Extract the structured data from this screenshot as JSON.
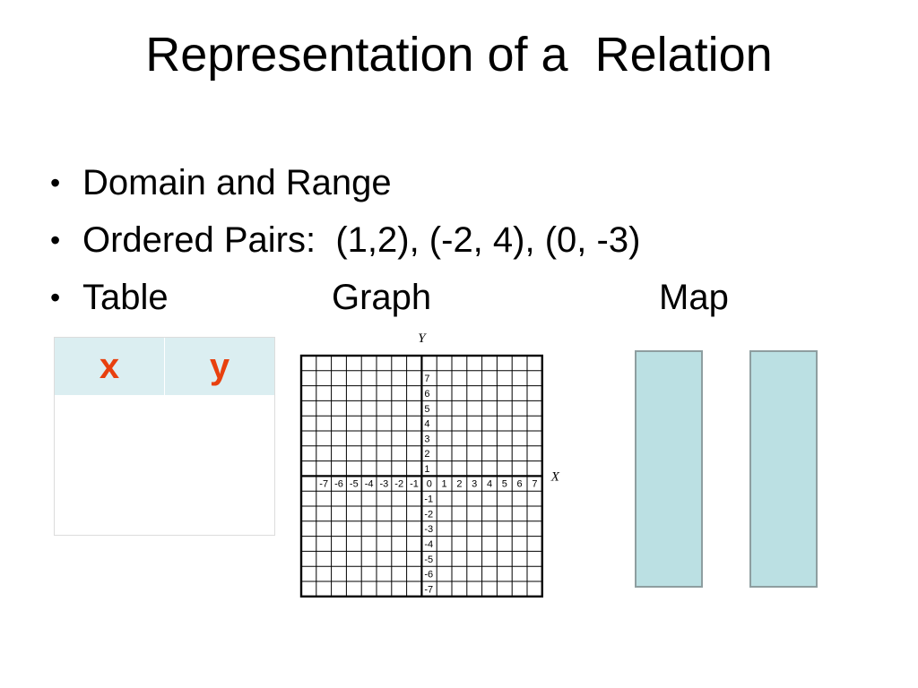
{
  "title": "Representation of a  Relation",
  "bullets": [
    {
      "text": "Domain and Range"
    },
    {
      "text": "Ordered Pairs:  (1,2), (-2, 4), (0, -3)"
    }
  ],
  "representation_labels": {
    "table": "Table",
    "graph": "Graph",
    "map": "Map"
  },
  "table": {
    "headers": [
      "x",
      "y"
    ],
    "header_color": "#e8400e",
    "header_background": "#dbeef1"
  },
  "graph": {
    "x_axis_label": "X",
    "y_axis_label": "Y",
    "x_tick_labels": [
      "-7",
      "-6",
      "-5",
      "-4",
      "-3",
      "-2",
      "-1",
      "0",
      "1",
      "2",
      "3",
      "4",
      "5",
      "6",
      "7"
    ],
    "y_tick_labels": [
      "7",
      "6",
      "5",
      "4",
      "3",
      "2",
      "1",
      "-1",
      "-2",
      "-3",
      "-4",
      "-5",
      "-6",
      "-7"
    ],
    "range": [
      -8,
      8
    ]
  },
  "map": {
    "domain_box_color": "#bbe0e3",
    "range_box_color": "#bbe0e3"
  }
}
